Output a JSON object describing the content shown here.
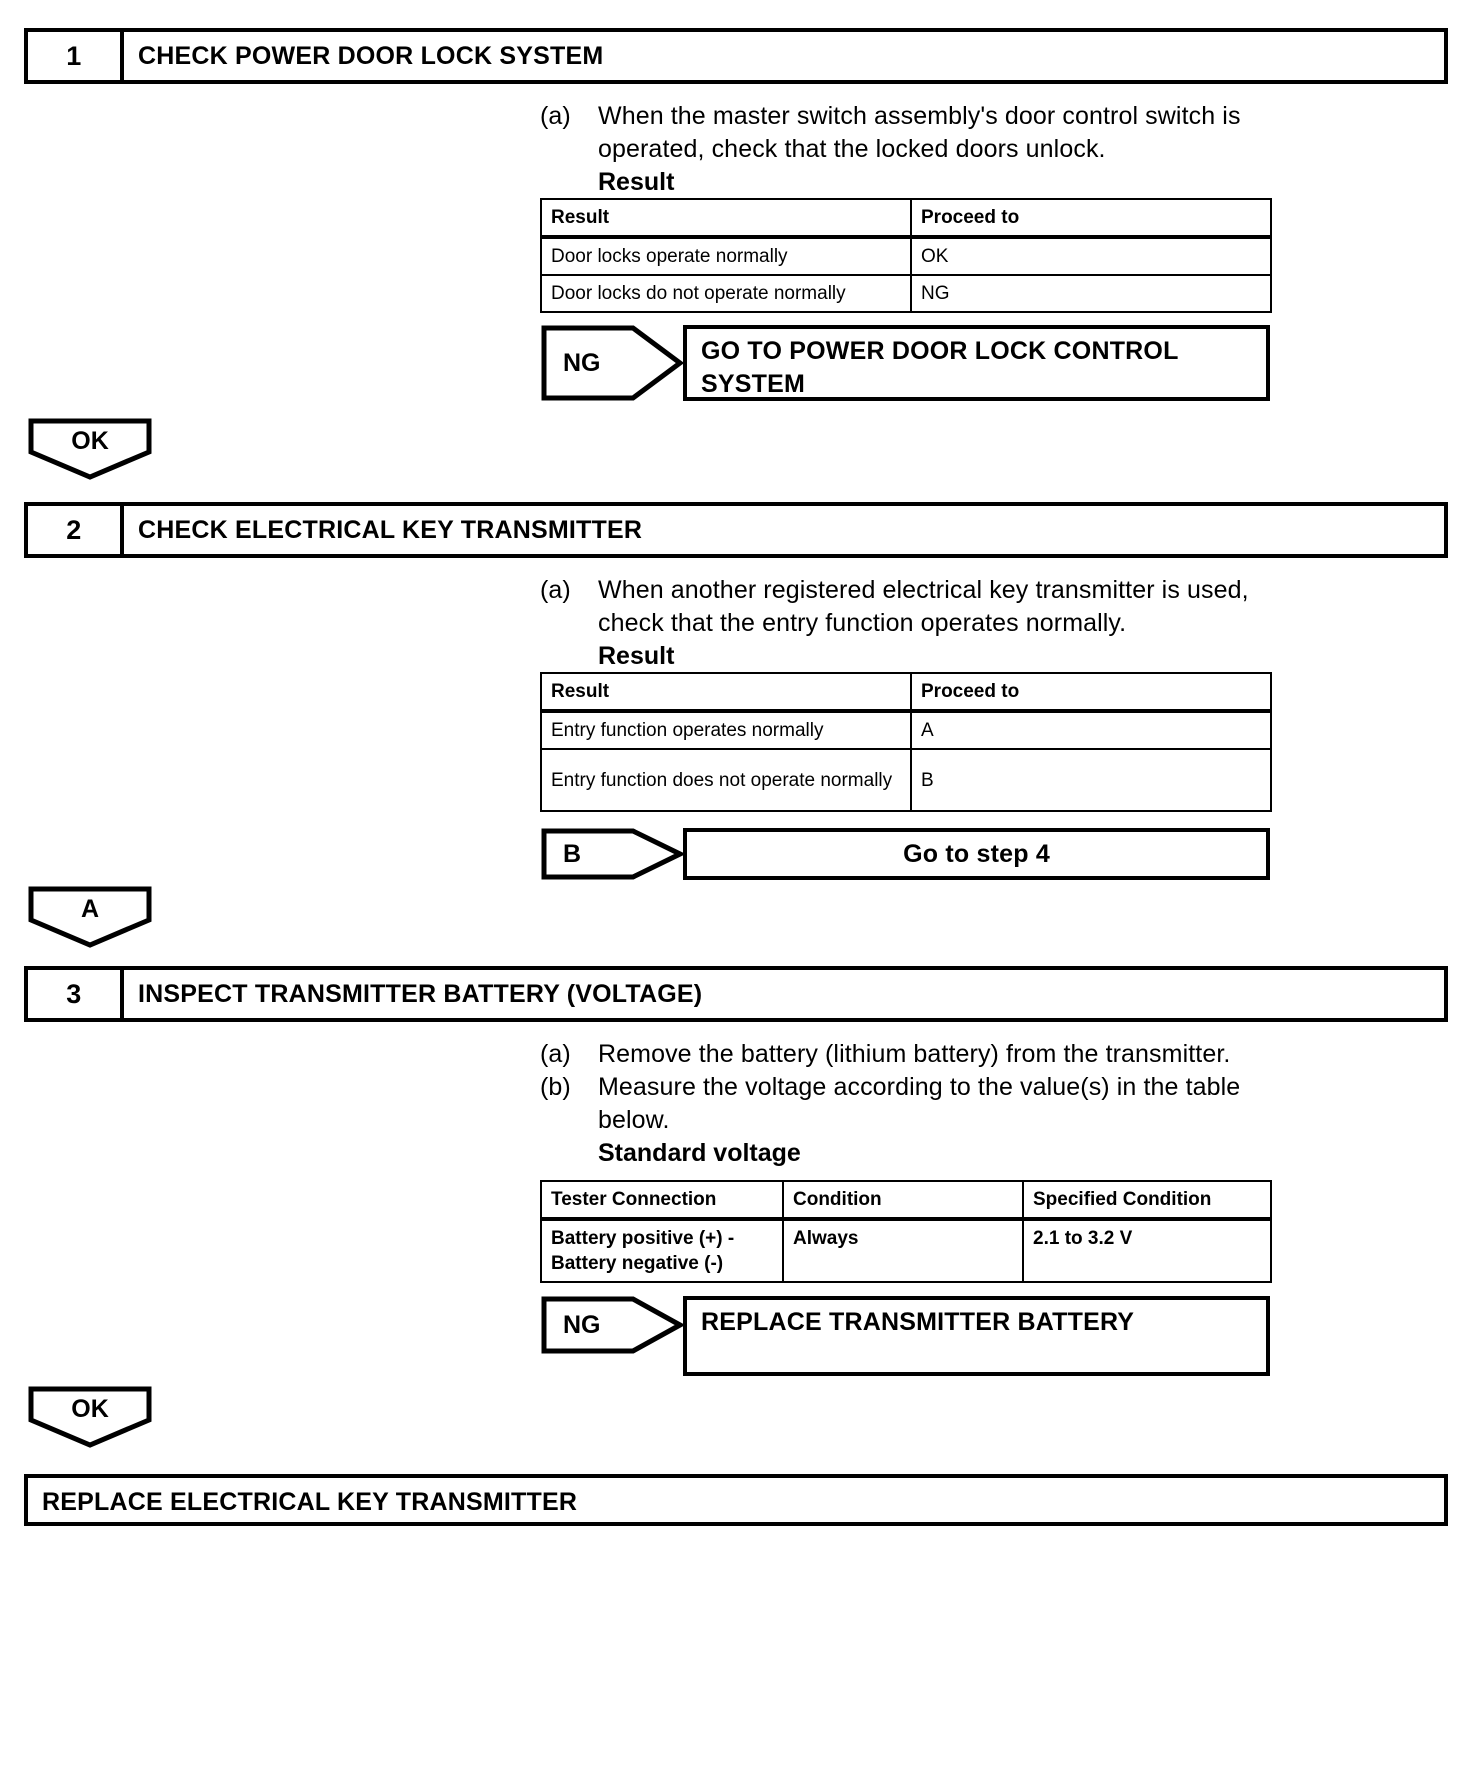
{
  "steps": [
    {
      "number": "1",
      "title": "CHECK POWER DOOR LOCK SYSTEM",
      "instructions": [
        {
          "label": "(a)",
          "text": "When the master switch assembly's door control switch is operated, check that the locked doors unlock."
        }
      ],
      "table_heading": "Result",
      "table": {
        "headers": [
          "Result",
          "Proceed to"
        ],
        "rows": [
          [
            "Door locks operate normally",
            "OK"
          ],
          [
            "Door locks do not operate normally",
            "NG"
          ]
        ]
      },
      "branch": {
        "tag": "NG",
        "text": "GO TO POWER DOOR LOCK CONTROL SYSTEM"
      },
      "continue": {
        "tag": "OK"
      }
    },
    {
      "number": "2",
      "title": "CHECK ELECTRICAL KEY TRANSMITTER",
      "instructions": [
        {
          "label": "(a)",
          "text": "When another registered electrical key transmitter is used, check that the entry function operates normally."
        }
      ],
      "table_heading": "Result",
      "table": {
        "headers": [
          "Result",
          "Proceed to"
        ],
        "rows": [
          [
            "Entry function operates normally",
            "A"
          ],
          [
            "Entry function does not operate normally",
            "B"
          ]
        ]
      },
      "branch": {
        "tag": "B",
        "text": "Go to step 4"
      },
      "continue": {
        "tag": "A"
      }
    },
    {
      "number": "3",
      "title": "INSPECT TRANSMITTER BATTERY (VOLTAGE)",
      "instructions": [
        {
          "label": "(a)",
          "text": "Remove the battery (lithium battery) from the transmitter."
        },
        {
          "label": "(b)",
          "text": "Measure the voltage according to the value(s) in the table below."
        }
      ],
      "table_heading": "Standard voltage",
      "table": {
        "headers": [
          "Tester Connection",
          "Condition",
          "Specified Condition"
        ],
        "rows": [
          [
            "Battery positive (+) - Battery negative (-)",
            "Always",
            "2.1 to 3.2 V"
          ]
        ]
      },
      "branch": {
        "tag": "NG",
        "text": "REPLACE TRANSMITTER BATTERY"
      },
      "continue": {
        "tag": "OK"
      }
    }
  ],
  "final": {
    "text": "REPLACE ELECTRICAL KEY TRANSMITTER"
  }
}
